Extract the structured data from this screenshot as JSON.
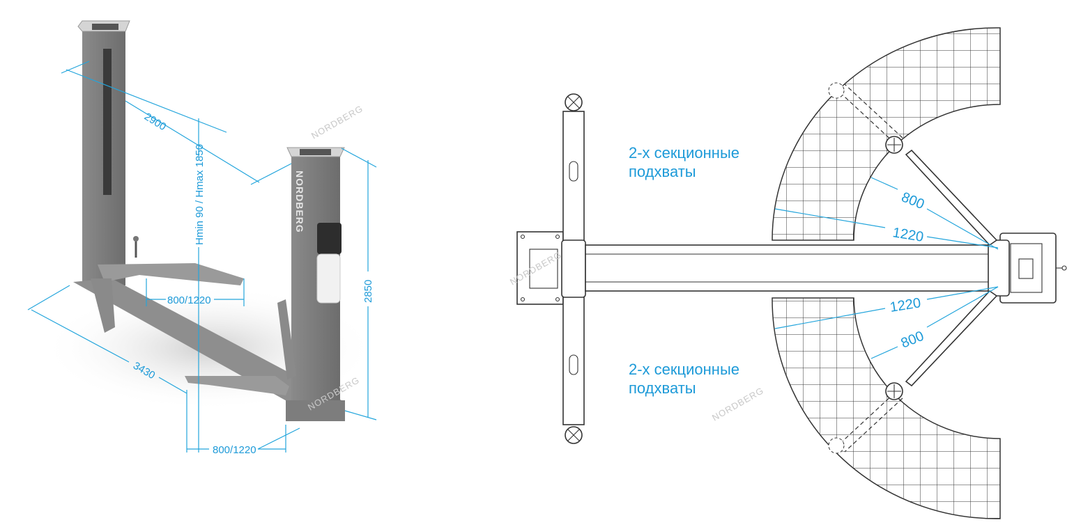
{
  "brand": "NORDBERG",
  "accent_color": "#1d9ad8",
  "isometric_view": {
    "dim_width": "2900",
    "dim_height_range": "Hmin 90 / Hmax 1850",
    "dim_total_height": "2850",
    "dim_arm_reach_upper": "800/1220",
    "dim_length": "3430",
    "dim_arm_reach_lower": "800/1220",
    "column_logo": "NORDBERG"
  },
  "top_view": {
    "label_upper": [
      "2-х секционные",
      "подхваты"
    ],
    "label_lower": [
      "2-х секционные",
      "подхваты"
    ],
    "upper_arm_short": "800",
    "upper_arm_long": "1220",
    "lower_arm_long": "1220",
    "lower_arm_short": "800"
  },
  "watermarks": [
    "NORDBERG",
    "NORDBERG",
    "NORDBERG",
    "NORDBERG"
  ]
}
